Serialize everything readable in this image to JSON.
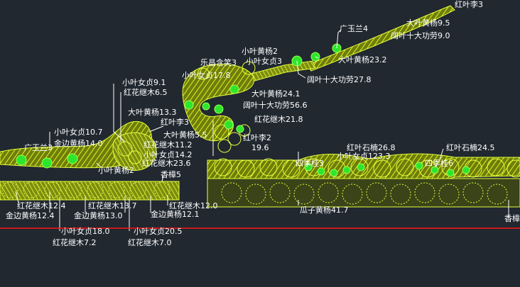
{
  "colors": {
    "background": "#212830",
    "plant_fill": "#c8e600",
    "plant_line": "#e6ff3c",
    "shrub": "#2ee52e",
    "leader": "#ffffff",
    "ground_line": "#ff1414"
  },
  "labels": {
    "l01": "红叶李3",
    "l02": "大叶黄杨9.5",
    "l03": "广玉兰4",
    "l04": "阔叶十大功劳9.0",
    "l05": "小叶黄杨2",
    "l06": "大叶黄杨23.2",
    "l07": "乐昌含笑3",
    "l08": "小叶女贞3",
    "l09": "阔叶十大功劳27.8",
    "l10": "小叶女贞9.1",
    "l11": "小叶女贞17.8",
    "l12": "红花继木6.5",
    "l13": "大叶黄杨24.1",
    "l14": "阔叶十大功劳56.6",
    "l15": "大叶黄杨13.3",
    "l16": "红花继木21.8",
    "l17": "红叶李3",
    "l18": "小叶女贞10.7",
    "l19": "大叶黄杨5.5",
    "l20": "广玉兰3",
    "l21": "金边黄杨14.0",
    "l22": "红花继木11.2",
    "l23": "小叶女贞14.2",
    "l24": "小叶黄杨2",
    "l25": "红花继木23.6",
    "l26": "香樟5",
    "l27": "红叶李2",
    "l28": "19.6",
    "l29": "红叶石楠26.8",
    "l30": "小叶女贞123.3",
    "l31": "四季桂3",
    "l32": "红叶石楠24.5",
    "l33": "四季桂6",
    "l34": "红花继木12.4",
    "l35": "金边黄杨12.4",
    "l36": "红花继木13.7",
    "l37": "金边黄杨13.0",
    "l38": "红花继木12.0",
    "l39": "金边黄杨12.1",
    "l40": "小叶女贞18.0",
    "l41": "小叶女贞20.5",
    "l42": "红花继木7.2",
    "l43": "红花继木7.0",
    "l44": "瓜子黄杨41.7",
    "l45": "香樟"
  }
}
